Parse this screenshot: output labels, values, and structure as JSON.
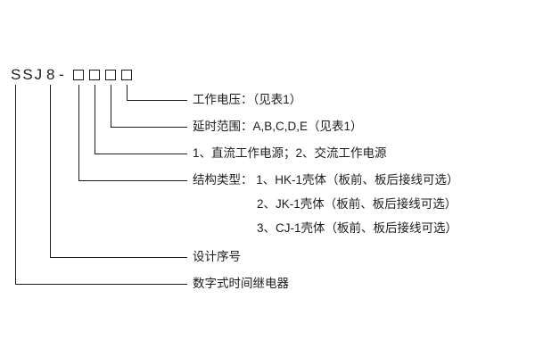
{
  "model": {
    "prefix": "SSJ",
    "design_number": "8",
    "separator": "-"
  },
  "annotations": {
    "working_voltage": "工作电压：（见表1）",
    "delay_range": "延时范围：A,B,C,D,E（见表1）",
    "power_type": "1、直流工作电源；2、交流工作电源",
    "structure_type_line1": "结构类型： 1、HK-1壳体（板前、板后接线可选）",
    "structure_type_line2": "2、JK-1壳体（板前、板后接线可选）",
    "structure_type_line3": "3、CJ-1壳体（板前、板后接线可选）",
    "design_serial": "设计序号",
    "product_name": "数字式时间继电器"
  }
}
